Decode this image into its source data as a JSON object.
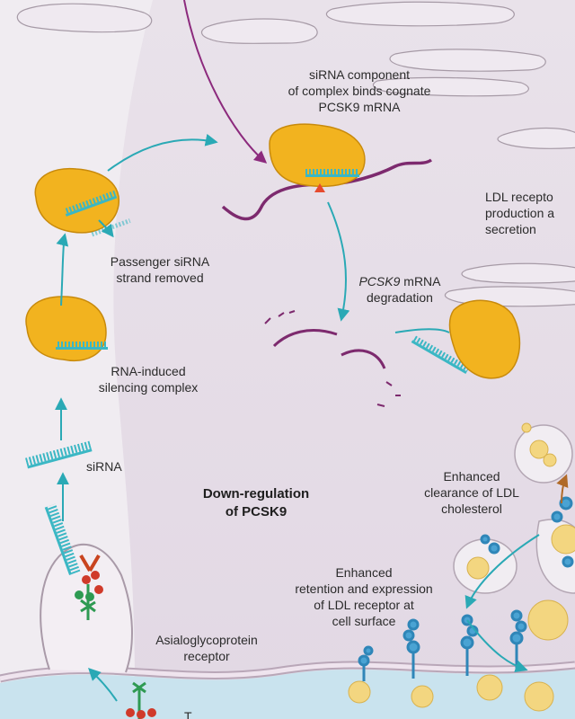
{
  "labels": {
    "sirna_binds": "siRNA component\nof complex binds cognate\nPCSK9 mRNA",
    "passenger_removed": "Passenger siRNA\nstrand removed",
    "risc": "RNA-induced\nsilencing complex",
    "sirna": "siRNA",
    "asgpr": "Asialoglycoprotein\nreceptor",
    "mrna_degradation_gene": "PCSK9",
    "mrna_degradation_rest": " mRNA",
    "mrna_degradation_line2": "degradation",
    "ldl_receptor_production": "LDL recepto\nproduction a\nsecretion",
    "down_regulation": "Down-regulation\nof PCSK9",
    "enhanced_clearance": "Enhanced\nclearance of LDL\ncholesterol",
    "enhanced_retention": "Enhanced\nretention and expression\nof LDL receptor at\ncell surface",
    "edge_letter": "T"
  },
  "colors": {
    "complex_yellow": "#f2b31f",
    "sirna_teal": "#3bb7c4",
    "mrna_purple": "#7d2a6e",
    "arrow_teal": "#2aa9b5",
    "arrow_purple": "#8c2a7d",
    "cleavage_red": "#e64a2e",
    "receptor_green": "#2e9a52",
    "receptor_red": "#d03a2a",
    "ldl_receptor_blue": "#2f86b8",
    "ldl_particle_yellow": "#f3d680",
    "membrane_pink": "#e8dbe6"
  }
}
